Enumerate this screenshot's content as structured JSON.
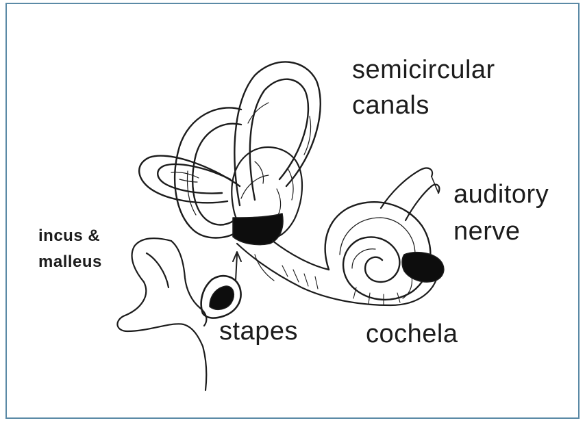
{
  "labels": {
    "semicircular_line1": "semicircular",
    "semicircular_line2": "canals",
    "auditory_line1": "auditory",
    "auditory_line2": "nerve",
    "incus_line1": "incus &",
    "incus_line2": "malleus",
    "stapes": "stapes",
    "cochlea": "cochela"
  },
  "colors": {
    "frame_border": "#5b8aa6",
    "ink": "#1c1c1c",
    "fill_dark": "#0d0d0d"
  }
}
